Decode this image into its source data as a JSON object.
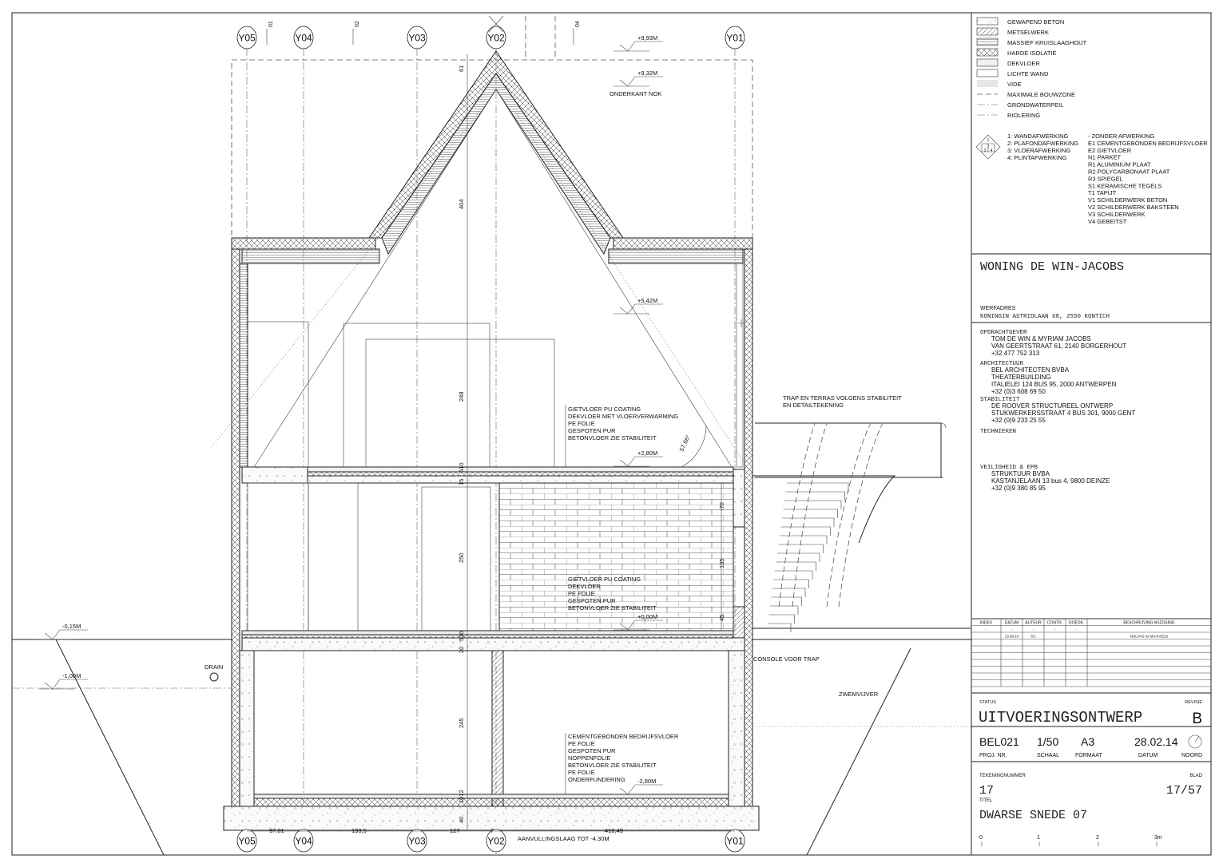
{
  "grid_labels": [
    "Y05",
    "Y04",
    "Y03",
    "Y02",
    "Y01"
  ],
  "section_marks": [
    "01",
    "02",
    "04"
  ],
  "levels": {
    "top": "+9,93M",
    "ridge": "+9,32M",
    "ridge_note": "ONDERKANT NOK",
    "attic": "+5,42M",
    "first_floor": "+2,80M",
    "ground_floor": "+0,00M",
    "basement": "-2,80M",
    "terrain": "-0,15M",
    "groundwater": "-1,00M"
  },
  "vertical_dims": [
    "61",
    "404",
    "248",
    "15",
    "510",
    "250",
    "20",
    "510",
    "245",
    "40",
    "1012",
    "-70",
    "135",
    "45"
  ],
  "horizontal_dims": [
    "97,01",
    "193,5",
    "127",
    "7",
    "410,49"
  ],
  "angle": "57,66°",
  "annotations": {
    "floor1": [
      "GIETVLOER PU COATING",
      "DEKVLOER MET VLOERVERWARMING",
      "PE FOLIE",
      "GESPOTEN PUR",
      "BETONVLOER ZIE STABILITEIT"
    ],
    "floor0": [
      "GIETVLOER PU COATING",
      "DEKVLOER",
      "PE FOLIE",
      "GESPOTEN PUR",
      "BETONVLOER ZIE STABILITEIT"
    ],
    "basement": [
      "CEMENTGEBONDEN BEDRIJFSVLOER",
      "PE FOLIE",
      "GESPOTEN PUR",
      "NOPPENFOLIE",
      "BETONVLOER ZIE STABILITEIT",
      "PE FOLIE",
      "ONDERFUNDERING"
    ],
    "stair": [
      "TRAP EN TERRAS VOLGENS STABILITEIT",
      "EN DETAILTEKENING"
    ],
    "console": "CONSOLE VOOR TRAP",
    "pond": "ZWEMVIJVER",
    "drain": "DRAIN",
    "fill": "AANVULLINGSLAAG TOT -4.30M"
  },
  "legend": {
    "materials": [
      "GEWAPEND BETON",
      "METSELWERK",
      "MASSIEF KRUISLAAGHOUT",
      "HARDE ISOLATIE",
      "DEKVLOER",
      "LICHTE WAND",
      "VIDE",
      "MAXIMALE BOUWZONE",
      "GRONDWATERPEIL",
      "RIOLERING"
    ],
    "finish_keys": [
      "1: WANDAFWERKING",
      "2: PLAFONDAFWERKING",
      "3: VLOERAFWERKING",
      "4: PLINTAFWERKING"
    ],
    "finish_codes": [
      "-   ZONDER AFWERKING",
      "E1 CEMENTGEBONDEN BEDRIJFSVLOER",
      "E2 GIETVLOER",
      "N1 PARKET",
      "R1 ALUMINIUM PLAAT",
      "R2 POLYCARBONAAT PLAAT",
      "R3 SPIEGEL",
      "S1 KERAMISCHE TEGELS",
      "T1 TAPIJT",
      "V1 SCHILDERWERK BETON",
      "V2 SCHILDERWERK BAKSTEEN",
      "V3 SCHILDERWERK",
      "V4 GEBEITST"
    ],
    "diamond_numbers": [
      "1",
      "2",
      "3",
      "4"
    ]
  },
  "title_block": {
    "project": "WONING DE WIN-JACOBS",
    "site_label": "WERFADRES",
    "site_address": "KONINGIN ASTRIDLAAN 68, 2550 KONTICH",
    "client_label": "OPDRACHTGEVER",
    "client": [
      "TOM DE WIN & MYRIAM JACOBS",
      "VAN GEERTSTRAAT 61, 2140 BORGERHOUT",
      "+32 477 752 313"
    ],
    "architect_label": "ARCHITECTUUR",
    "architect": [
      "BEL ARCHITECTEN BVBA",
      "THEATERBUILDING",
      "ITALIELEI 124 BUS 95, 2000 ANTWERPEN",
      "+32 (0)3 608 69 50"
    ],
    "stability_label": "STABILITEIT",
    "stability": [
      "DE ROOVER STRUCTUREEL ONTWERP",
      "STUKWERKERSSTRAAT 4 BUS 301, 9000 GENT",
      "+32 (0)9 233 25 55"
    ],
    "techniques_label": "TECHNIEKEN",
    "safety_label": "VEILIGHEID & EPB",
    "safety": [
      "STRUKTUUR BVBA",
      "KASTANJELAAN 13 bus 4, 9800 DEINZE",
      "+32 (0)9 380 85 95"
    ],
    "revision_headers": [
      "INDEX",
      "DATUM",
      "AUTEUR",
      "CONTR.",
      "GOEDK.",
      "BESCHRIJVING WIJZIGING"
    ],
    "revision_rows": [
      [
        "-",
        "-",
        "-",
        "-",
        "-",
        "-"
      ],
      [
        "",
        "13.06.14",
        "SC",
        "",
        "",
        "NULPAS vs MAAIVELD"
      ]
    ],
    "status_label": "STATUS",
    "status": "UITVOERINGSONTWERP",
    "revision_label": "REVISIE",
    "revision": "B",
    "proj_nr": "BEL021",
    "proj_nr_label": "PROJ. NR.",
    "scale": "1/50",
    "scale_label": "SCHAAL",
    "format": "A3",
    "format_label": "FORMAAT",
    "date": "28.02.14",
    "date_label": "DATUM",
    "north_label": "NOORD",
    "drawing_number_label": "TEKENINGNUMMER",
    "drawing_number": "17",
    "sheet_label": "BLAD",
    "sheet": "17/57",
    "title_label": "TITEL",
    "title": "DWARSE SNEDE 07",
    "scale_bar": [
      "0",
      "1",
      "2",
      "3m"
    ]
  }
}
